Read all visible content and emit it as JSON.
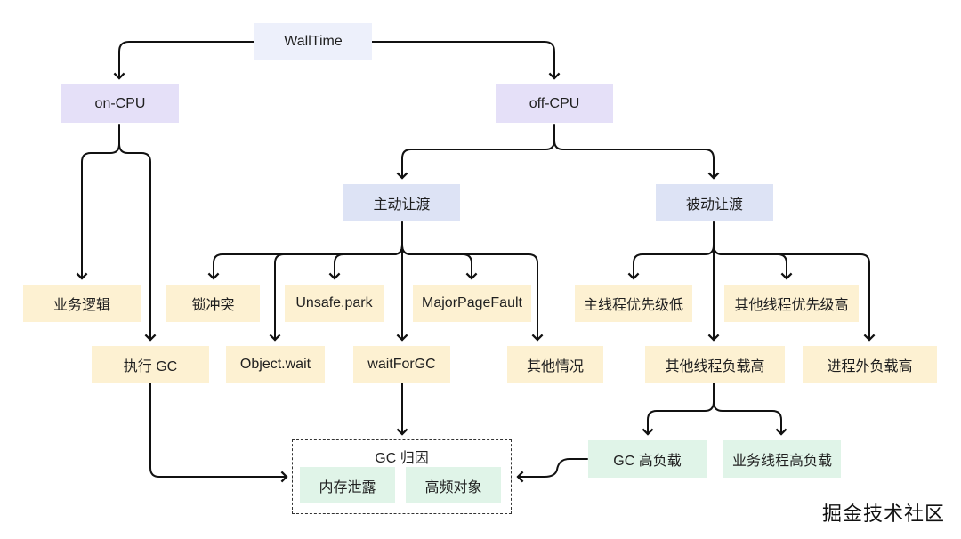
{
  "nodes": {
    "walltime": "WallTime",
    "on_cpu": "on-CPU",
    "off_cpu": "off-CPU",
    "voluntary": "主动让渡",
    "involuntary": "被动让渡",
    "business_logic": "业务逻辑",
    "exec_gc": "执行 GC",
    "lock_conflict": "锁冲突",
    "unsafe_park": "Unsafe.park",
    "major_page_fault": "MajorPageFault",
    "object_wait": "Object.wait",
    "wait_for_gc": "waitForGC",
    "other_cases": "其他情况",
    "main_thread_low_priority": "主线程优先级低",
    "other_thread_high_priority": "其他线程优先级高",
    "other_thread_high_load": "其他线程负载高",
    "external_process_high_load": "进程外负载高",
    "gc_high_load": "GC 高负载",
    "business_thread_high_load": "业务线程高负载",
    "memory_leak": "内存泄露",
    "high_freq_objects": "高频对象"
  },
  "group": {
    "title": "GC 归因"
  },
  "watermark": "掘金技术社区"
}
